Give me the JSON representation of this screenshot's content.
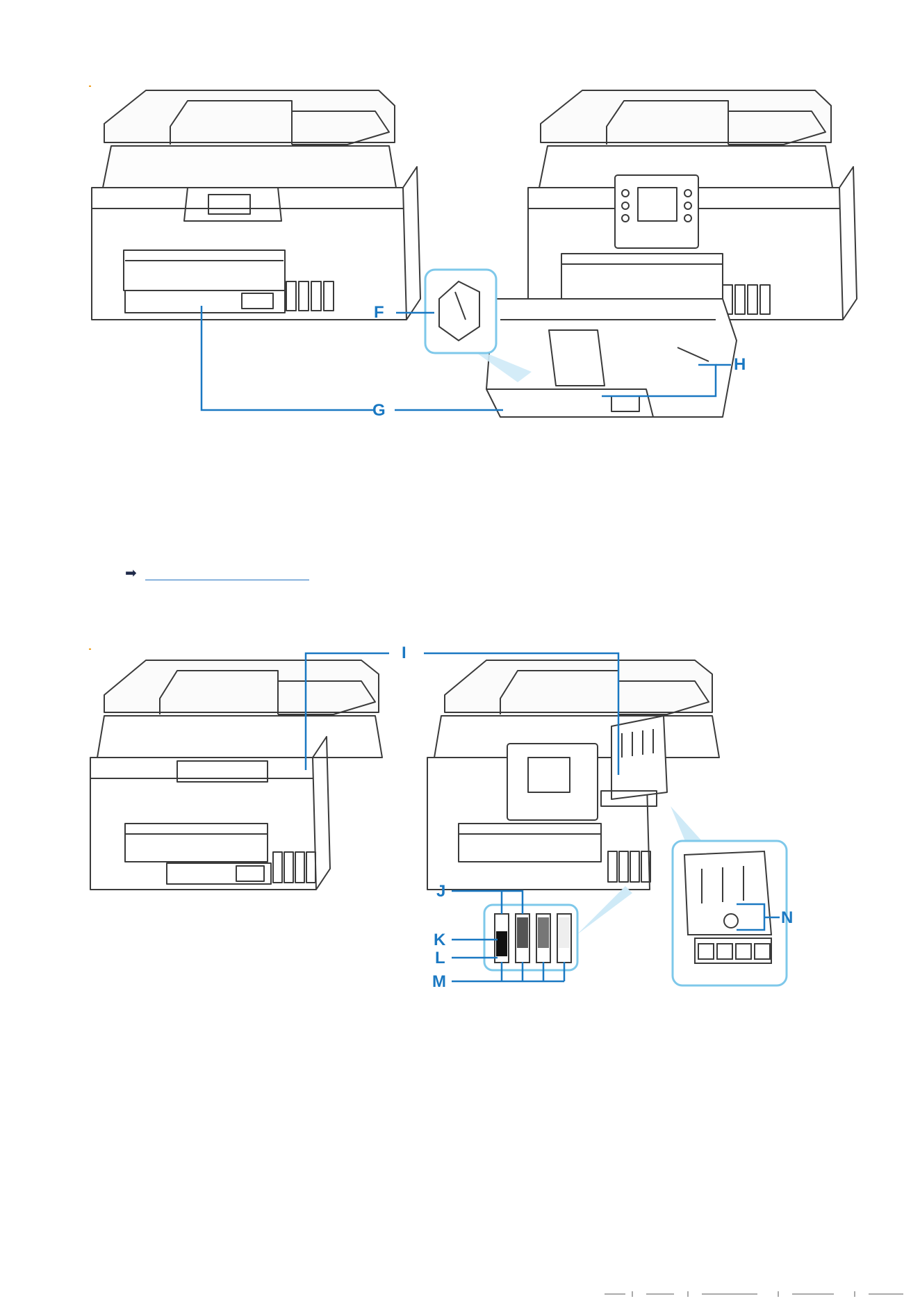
{
  "figure_1": {
    "callouts": {
      "F": "F",
      "G": "G",
      "H": "H"
    }
  },
  "link": {
    "arrow_icon": "arrow-right-icon",
    "text": ""
  },
  "figure_2": {
    "callouts": {
      "I": "I",
      "J": "J",
      "K": "K",
      "L": "L",
      "M": "M",
      "N": "N"
    }
  },
  "colors": {
    "callout": "#1a78c2",
    "outline": "#3a3a3a",
    "highlight": "#7ec8ea"
  }
}
